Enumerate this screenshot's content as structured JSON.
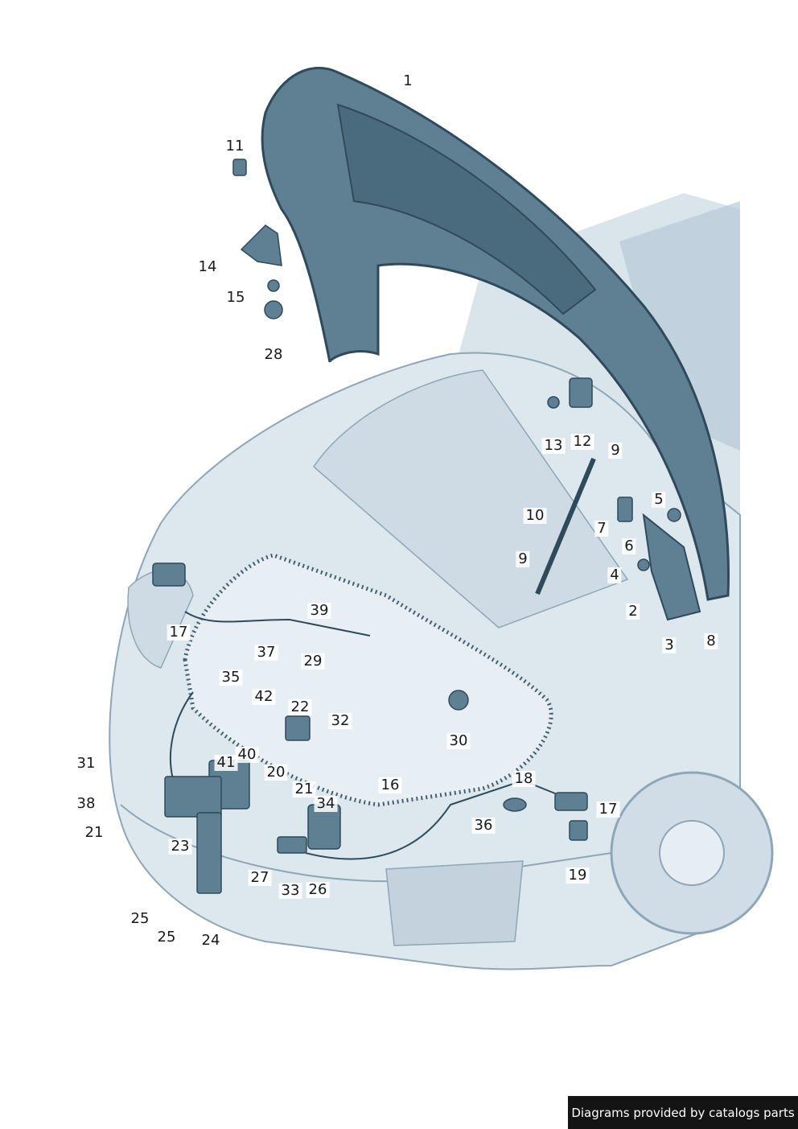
{
  "colors": {
    "part_fill": "#5f7f92",
    "part_dark": "#2f4a5b",
    "car_fill": "#d9e4ec",
    "car_line": "#8fa6b6",
    "background_panel": "#c9d8e3",
    "credit_bg": "#141414",
    "credit_text": "#ffffff"
  },
  "callouts": [
    "1",
    "2",
    "3",
    "4",
    "5",
    "6",
    "7",
    "8",
    "9",
    "9",
    "10",
    "11",
    "12",
    "13",
    "14",
    "15",
    "16",
    "17",
    "17",
    "18",
    "19",
    "20",
    "21",
    "21",
    "22",
    "23",
    "24",
    "25",
    "25",
    "26",
    "27",
    "28",
    "29",
    "30",
    "31",
    "32",
    "33",
    "34",
    "35",
    "36",
    "37",
    "38",
    "39",
    "40",
    "41",
    "42"
  ],
  "credit": "Diagrams provided by catalogs parts"
}
